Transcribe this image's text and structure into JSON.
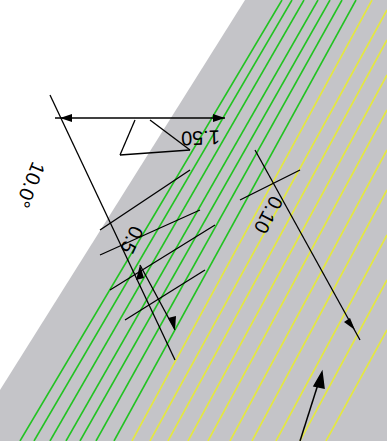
{
  "diagram": {
    "labels": [
      "1.50",
      "10.0°",
      "0.5",
      "0.10"
    ]
  }
}
